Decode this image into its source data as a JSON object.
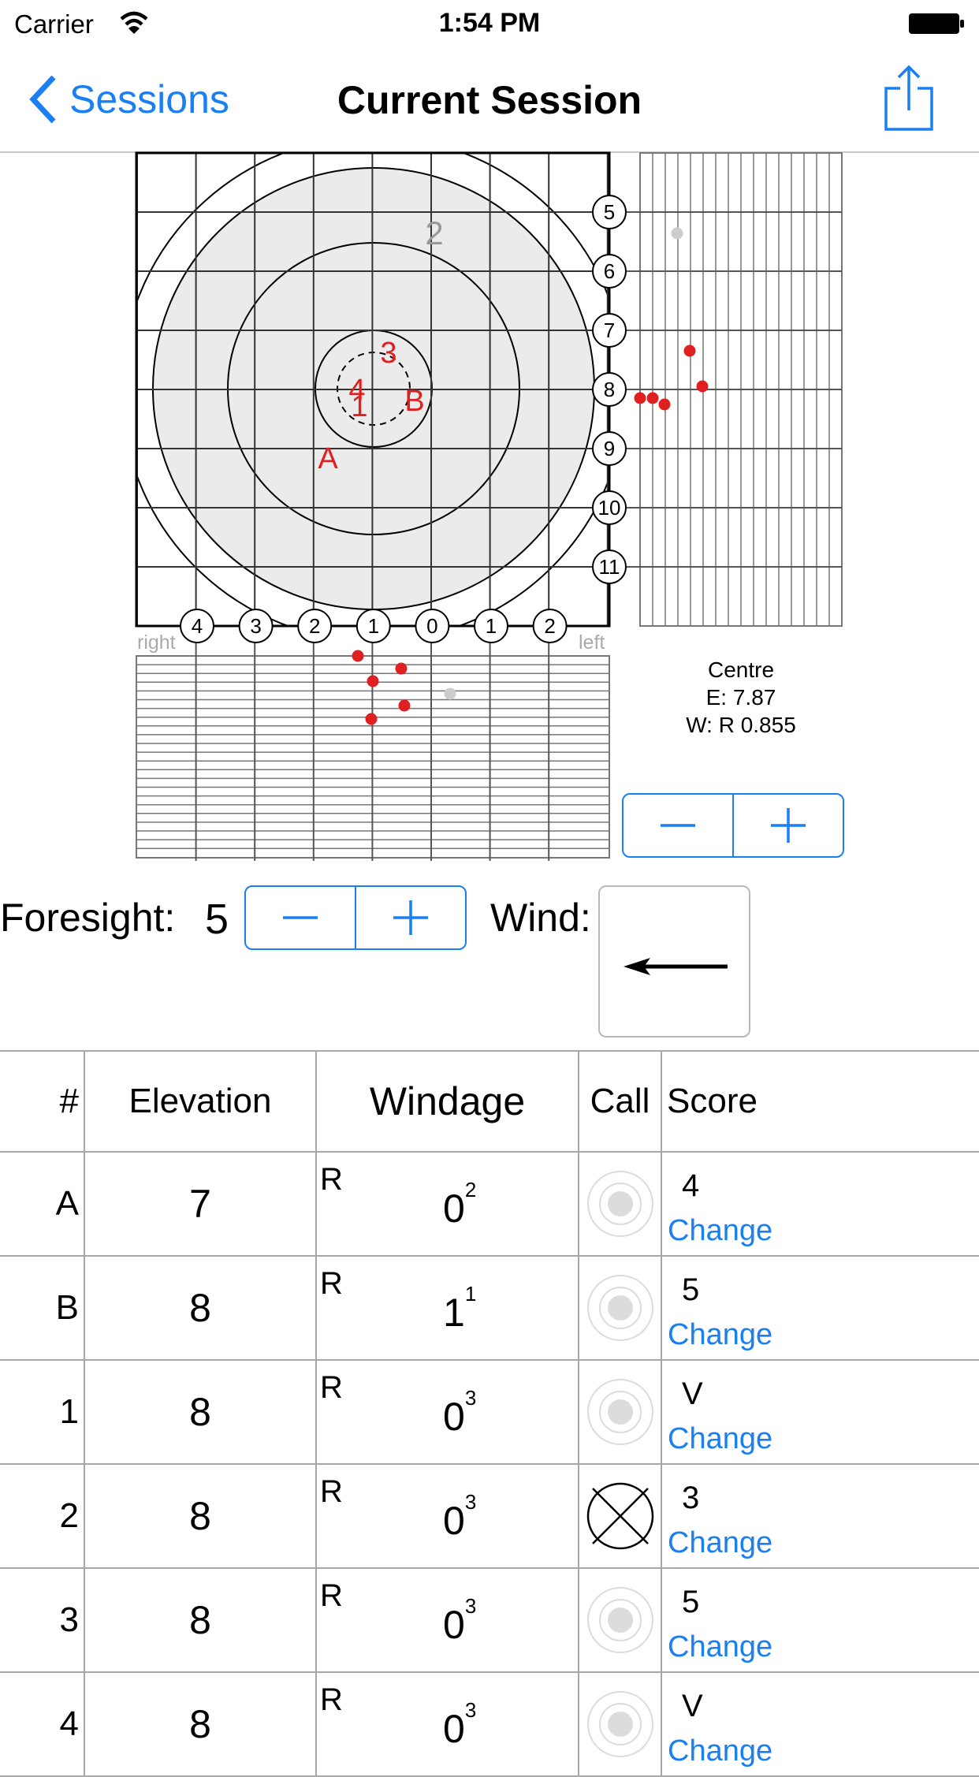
{
  "status_bar": {
    "carrier": "Carrier",
    "time": "1:54 PM"
  },
  "nav": {
    "back_label": "Sessions",
    "title": "Current Session"
  },
  "target": {
    "ring_labels": [
      "5",
      "6",
      "7",
      "8",
      "9",
      "10",
      "11"
    ],
    "bottom_labels": [
      "4",
      "3",
      "2",
      "1",
      "0",
      "1",
      "2"
    ],
    "side_left": "right",
    "side_right": "left",
    "shot_labels": [
      "2",
      "3",
      "4",
      "1",
      "B",
      "A"
    ],
    "accent_color": "#e02020",
    "miss_color": "#cccccc"
  },
  "centre": {
    "heading": "Centre",
    "elevation": "E: 7.87",
    "windage": "W: R 0.855"
  },
  "foresight": {
    "label": "Foresight:",
    "value": "5"
  },
  "wind": {
    "label": "Wind:",
    "direction": "left"
  },
  "table": {
    "headers": {
      "num": "#",
      "elevation": "Elevation",
      "windage": "Windage",
      "call": "Call",
      "score": "Score"
    },
    "change_label": "Change",
    "rows": [
      {
        "id": "A",
        "elevation": "7",
        "wind_dir": "R",
        "wind_val": "0",
        "wind_frac": "2",
        "call": "none",
        "score": "4"
      },
      {
        "id": "B",
        "elevation": "8",
        "wind_dir": "R",
        "wind_val": "1",
        "wind_frac": "1",
        "call": "none",
        "score": "5"
      },
      {
        "id": "1",
        "elevation": "8",
        "wind_dir": "R",
        "wind_val": "0",
        "wind_frac": "3",
        "call": "none",
        "score": "V"
      },
      {
        "id": "2",
        "elevation": "8",
        "wind_dir": "R",
        "wind_val": "0",
        "wind_frac": "3",
        "call": "called",
        "score": "3"
      },
      {
        "id": "3",
        "elevation": "8",
        "wind_dir": "R",
        "wind_val": "0",
        "wind_frac": "3",
        "call": "none",
        "score": "5"
      },
      {
        "id": "4",
        "elevation": "8",
        "wind_dir": "R",
        "wind_val": "0",
        "wind_frac": "3",
        "call": "none",
        "score": "V"
      }
    ]
  }
}
